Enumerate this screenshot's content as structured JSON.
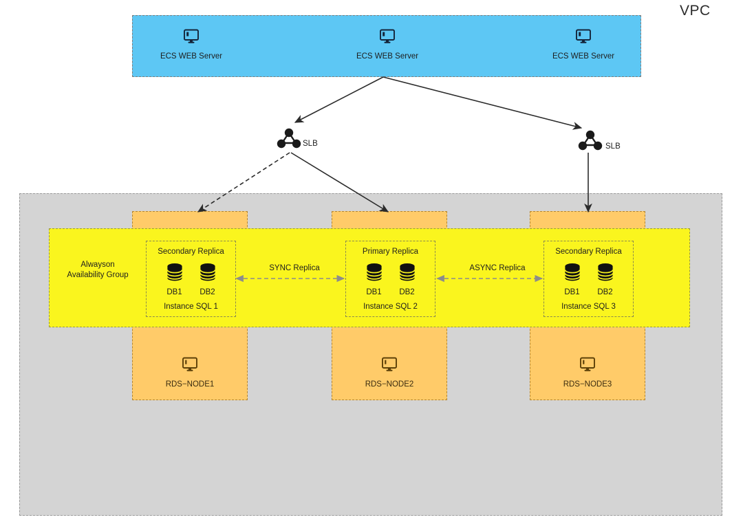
{
  "diagram": {
    "vpc_label": "VPC",
    "colors": {
      "ecs_band": "#5DC7F4",
      "vpc_container": "#d4d4d4",
      "rds_node": "#FFCB69",
      "availability_group": "#FAF51E",
      "arrow_solid": "#2b2b2b",
      "arrow_replica": "#8c8c8c"
    }
  },
  "ecs_tier": {
    "nodes": [
      {
        "label": "ECS WEB Server",
        "icon": "monitor-icon"
      },
      {
        "label": "ECS WEB Server",
        "icon": "monitor-icon"
      },
      {
        "label": "ECS WEB Server",
        "icon": "monitor-icon"
      }
    ]
  },
  "load_balancers": [
    {
      "label": "SLB",
      "icon": "slb-cluster-icon"
    },
    {
      "label": "SLB",
      "icon": "slb-cluster-icon"
    }
  ],
  "availability_group": {
    "title_line1": "Alwayson",
    "title_line2": "Availability Group",
    "instances": [
      {
        "role": "Secondary Replica",
        "name": "Instance SQL 1",
        "databases": [
          {
            "label": "DB1",
            "icon": "database-icon"
          },
          {
            "label": "DB2",
            "icon": "database-icon"
          }
        ]
      },
      {
        "role": "Primary Replica",
        "name": "Instance SQL 2",
        "databases": [
          {
            "label": "DB1",
            "icon": "database-icon"
          },
          {
            "label": "DB2",
            "icon": "database-icon"
          }
        ]
      },
      {
        "role": "Secondary Replica",
        "name": "Instance SQL 3",
        "databases": [
          {
            "label": "DB1",
            "icon": "database-icon"
          },
          {
            "label": "DB2",
            "icon": "database-icon"
          }
        ]
      }
    ],
    "links": [
      {
        "label": "SYNC Replica",
        "style": "dashed-bidirectional"
      },
      {
        "label": "ASYNC Replica",
        "style": "dashed-bidirectional"
      }
    ]
  },
  "rds_nodes": [
    {
      "label": "RDS−NODE1",
      "icon": "monitor-icon"
    },
    {
      "label": "RDS−NODE2",
      "icon": "monitor-icon"
    },
    {
      "label": "RDS−NODE3",
      "icon": "monitor-icon"
    }
  ]
}
